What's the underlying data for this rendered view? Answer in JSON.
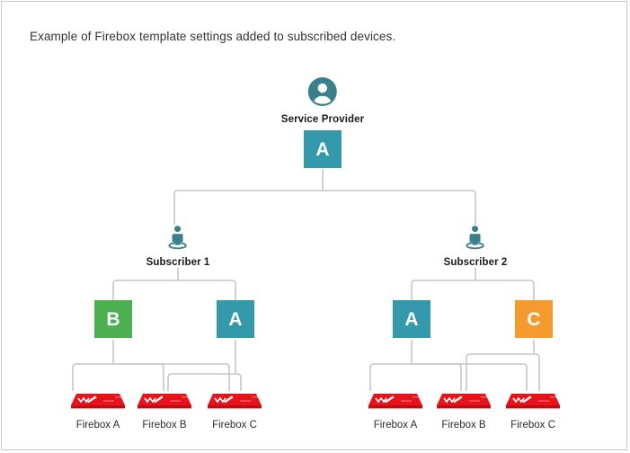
{
  "page": {
    "caption": "Example of Firebox template settings added to subscribed devices.",
    "background": "#ffffff",
    "border_color": "#c9c9c9"
  },
  "colors": {
    "teal": "#3499ab",
    "teal_icon": "#3a7f8c",
    "green": "#4caf50",
    "orange": "#f59a2e",
    "wire": "#c6c6c6",
    "firebox_red": "#e8121a",
    "firebox_red_dark": "#c00d14",
    "text": "#2b2b2b"
  },
  "diagram": {
    "type": "tree",
    "provider": {
      "label": "Service Provider",
      "icon": "user-avatar-icon",
      "icon_color": "#3a7f8c",
      "template": {
        "letter": "A",
        "color": "#3499ab"
      }
    },
    "subscribers": [
      {
        "label": "Subscriber 1",
        "icon": "user-standing-icon",
        "templates": [
          {
            "letter": "B",
            "color": "#4caf50"
          },
          {
            "letter": "A",
            "color": "#3499ab"
          }
        ],
        "devices": [
          {
            "label": "Firebox A",
            "icon": "firebox-appliance-icon"
          },
          {
            "label": "Firebox B",
            "icon": "firebox-appliance-icon"
          },
          {
            "label": "Firebox C",
            "icon": "firebox-appliance-icon"
          }
        ]
      },
      {
        "label": "Subscriber 2",
        "icon": "user-standing-icon",
        "templates": [
          {
            "letter": "A",
            "color": "#3499ab"
          },
          {
            "letter": "C",
            "color": "#f59a2e"
          }
        ],
        "devices": [
          {
            "label": "Firebox A",
            "icon": "firebox-appliance-icon"
          },
          {
            "label": "Firebox B",
            "icon": "firebox-appliance-icon"
          },
          {
            "label": "Firebox C",
            "icon": "firebox-appliance-icon"
          }
        ]
      }
    ]
  }
}
